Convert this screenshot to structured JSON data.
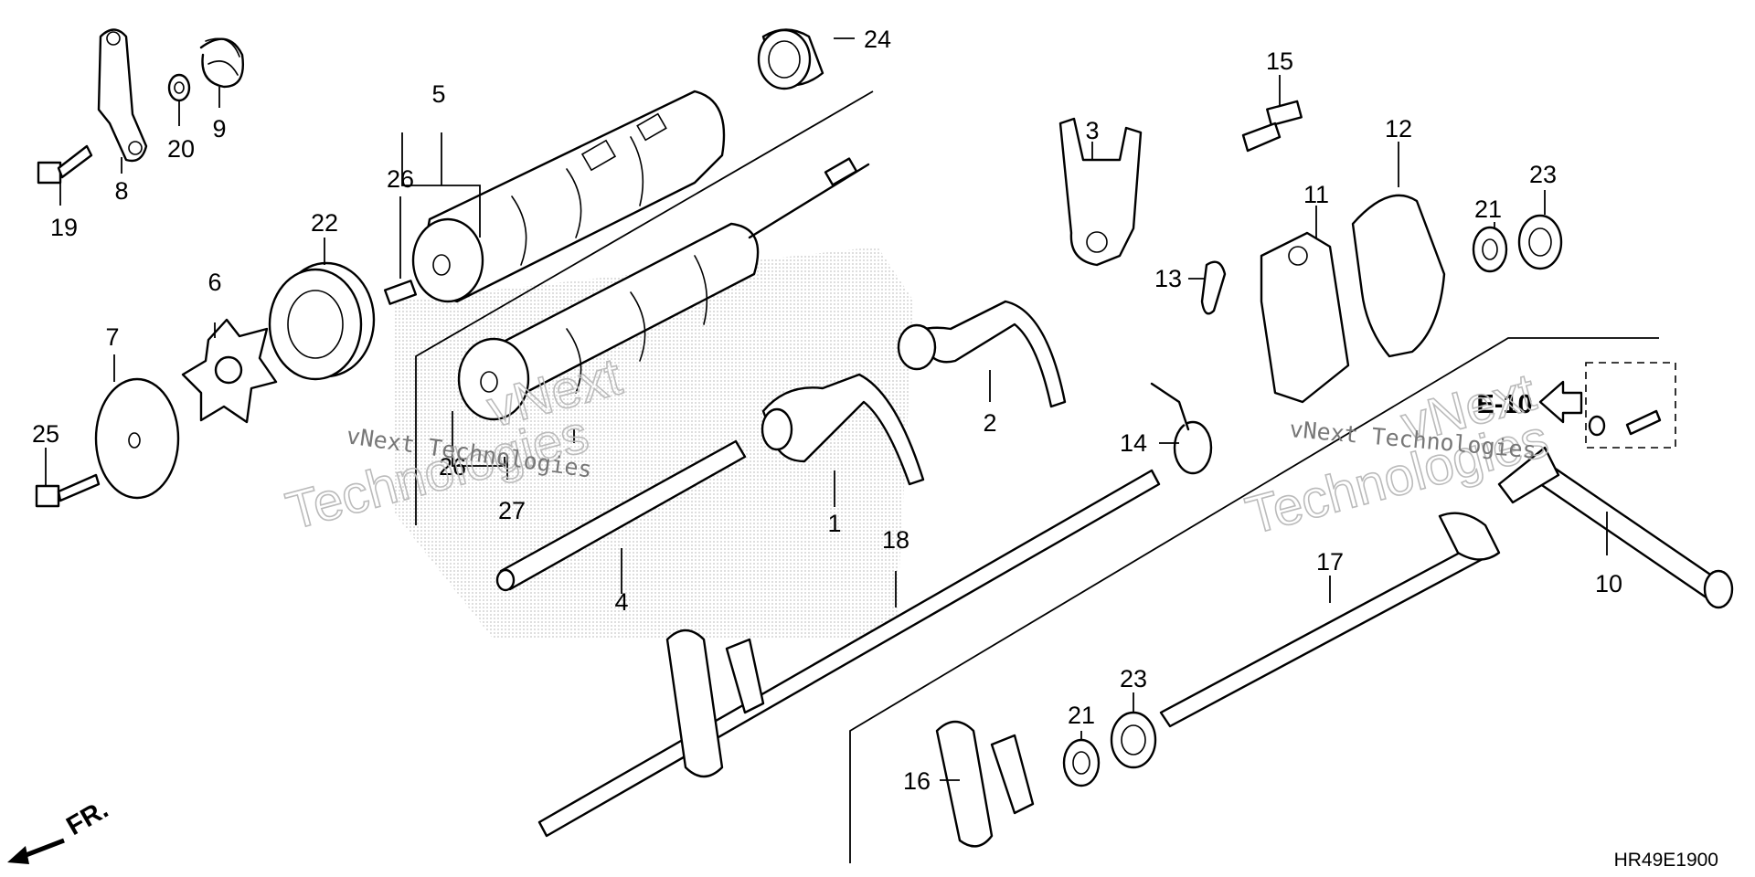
{
  "callouts": [
    "1",
    "2",
    "3",
    "4",
    "5",
    "6",
    "7",
    "8",
    "9",
    "10",
    "11",
    "12",
    "13",
    "14",
    "15",
    "16",
    "17",
    "18",
    "19",
    "20",
    "21",
    "22",
    "23",
    "24",
    "25",
    "26",
    "27"
  ],
  "extra_labels": {
    "label_26b": "26",
    "label_21b": "21",
    "label_23b": "23"
  },
  "reference_tag": "E-10",
  "direction_label": "FR.",
  "diagram_code": "HR49E1900",
  "watermark": {
    "line1": "vNext",
    "line2": "Technologies",
    "combined": "vNext Technologies"
  }
}
